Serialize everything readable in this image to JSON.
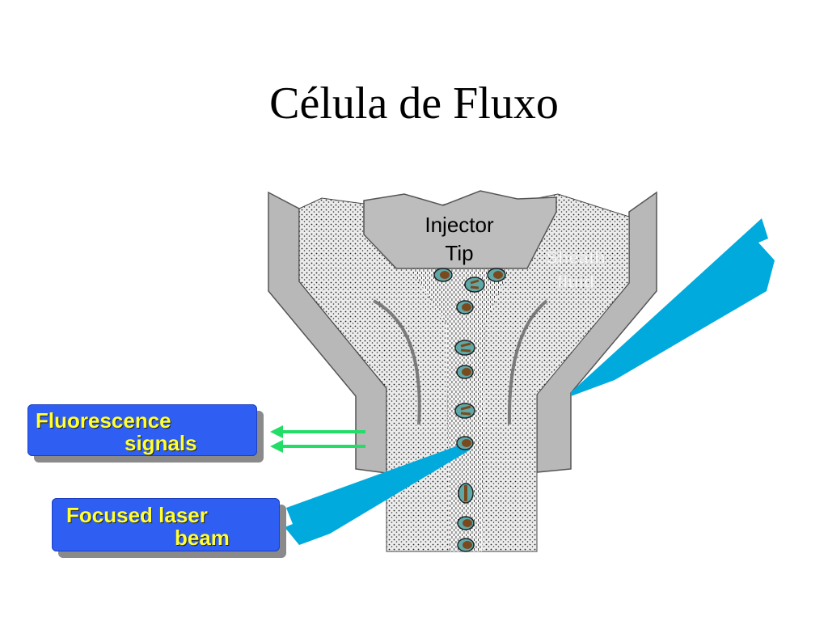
{
  "title": "Célula de Fluxo",
  "labels": {
    "injector_tip": [
      "Injector",
      "Tip"
    ],
    "sheath_fluid": [
      "Sheath",
      "fluid"
    ]
  },
  "callouts": {
    "fluorescence": [
      "Fluorescence",
      "signals"
    ],
    "laser": [
      "Focused laser",
      "beam"
    ]
  },
  "colors": {
    "callout_fill": "#2f5ef3",
    "callout_text": "#ffff33",
    "laser_beam": "#00aadd",
    "signal_arrows": "#22dd66",
    "housing": "#b8b8b8",
    "cell_nucleus": "#7a4a1e",
    "cell_body": "#5fa8a8"
  }
}
